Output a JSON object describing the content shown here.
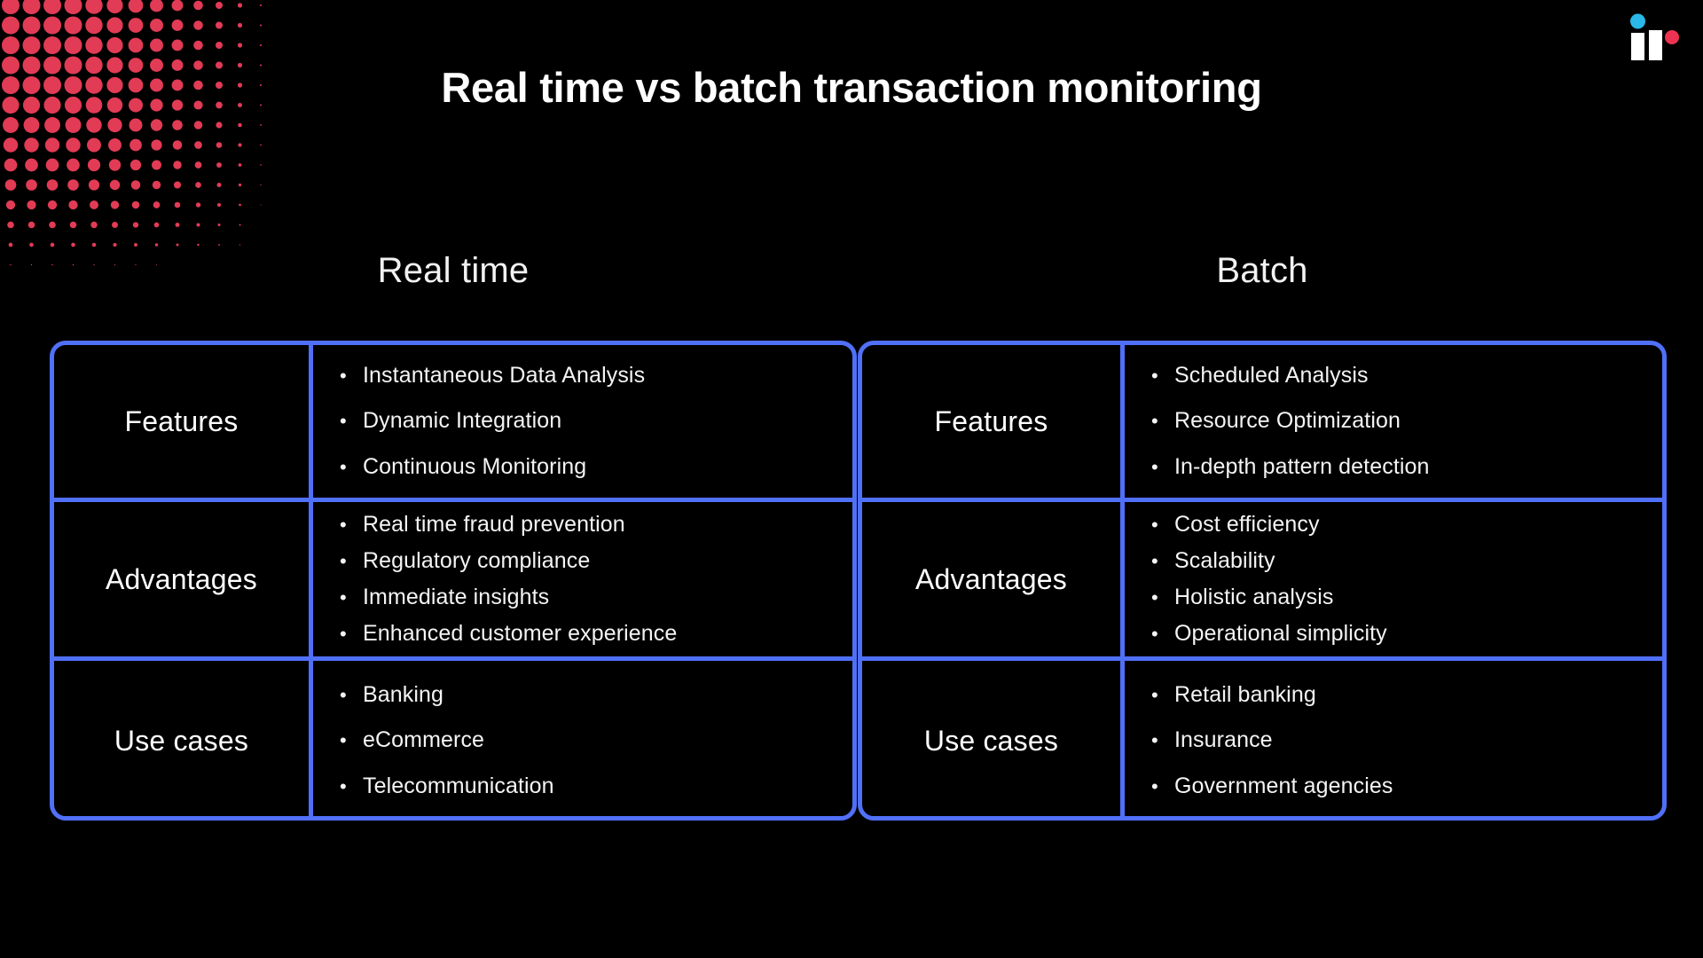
{
  "slide": {
    "title": "Real time vs batch transaction monitoring",
    "background_color": "#000000",
    "accent_border_color": "#5070f8",
    "halftone_color": "#e23b55",
    "logo": {
      "name": "brand-logo",
      "dot_cyan_color": "#29b8e8",
      "dot_red_color": "#ee3352",
      "bar_color": "#ffffff"
    }
  },
  "columns": [
    {
      "label": "Real time"
    },
    {
      "label": "Batch"
    }
  ],
  "tables": {
    "realtime": {
      "rows": [
        {
          "label": "Features",
          "items": [
            "Instantaneous Data Analysis",
            "Dynamic Integration",
            "Continuous Monitoring"
          ]
        },
        {
          "label": "Advantages",
          "items": [
            "Real time fraud prevention",
            "Regulatory compliance",
            "Immediate insights",
            "Enhanced customer experience"
          ]
        },
        {
          "label": "Use cases",
          "items": [
            "Banking",
            "eCommerce",
            "Telecommunication"
          ]
        }
      ]
    },
    "batch": {
      "rows": [
        {
          "label": "Features",
          "items": [
            "Scheduled Analysis",
            "Resource Optimization",
            "In-depth pattern detection"
          ]
        },
        {
          "label": "Advantages",
          "items": [
            "Cost efficiency",
            "Scalability",
            "Holistic analysis",
            "Operational simplicity"
          ]
        },
        {
          "label": "Use cases",
          "items": [
            "Retail banking",
            "Insurance",
            "Government agencies"
          ]
        }
      ]
    }
  },
  "bullet_glyph": "•"
}
